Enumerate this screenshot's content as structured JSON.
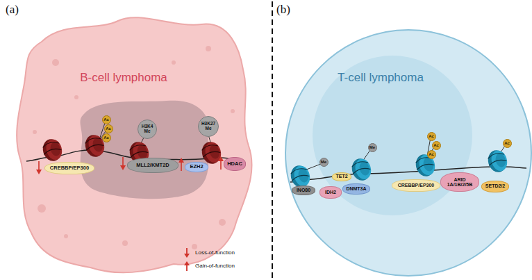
{
  "diagram": {
    "nodes": [
      {
        "text": [
          "B-cell lymphoma"
        ]
      },
      {
        "text": [
          "CREBBP/EP300"
        ],
        "in": 0
      },
      {
        "text": [
          "Ac"
        ],
        "in": 0
      },
      {
        "text": [
          "Ac"
        ],
        "in": 0
      },
      {
        "text": [
          "Ac"
        ],
        "in": 0
      },
      {
        "text": [
          "H3K4 Me"
        ],
        "in": 0
      },
      {
        "text": [
          "MLL2/KMT2D"
        ],
        "in": 0
      },
      {
        "text": [
          "H3K27 Me"
        ],
        "in": 0
      },
      {
        "text": [
          "EZH2"
        ],
        "in": 0
      },
      {
        "text": [
          "HDAC"
        ],
        "in": 0
      },
      {
        "text": [
          "T-cell lymphoma"
        ]
      },
      {
        "text": [
          "INO80"
        ],
        "in": 10
      },
      {
        "text": [
          "IDH2"
        ],
        "in": 10
      },
      {
        "text": [
          "TET2"
        ],
        "in": 10
      },
      {
        "text": [
          "Me"
        ],
        "in": 10
      },
      {
        "text": [
          "DNMT3A"
        ],
        "in": 10
      },
      {
        "text": [
          "Me"
        ],
        "in": 10
      },
      {
        "text": [
          "Ac"
        ],
        "in": 10
      },
      {
        "text": [
          "Ac"
        ],
        "in": 10
      },
      {
        "text": [
          "Ac"
        ],
        "in": 10
      },
      {
        "text": [
          "CREBBP/EP300"
        ],
        "in": 10
      },
      {
        "text": [
          "ARID 1A/1B/2/5B"
        ],
        "in": 10
      },
      {
        "text": [
          "SETD2/2"
        ],
        "in": 10
      },
      {
        "text": [
          "Ac"
        ],
        "in": 10
      }
    ],
    "labels": [
      "(a)",
      "(b)"
    ],
    "legend": [
      {
        "text": "Loss-of-function"
      },
      {
        "text": "Gain-of-function"
      }
    ]
  }
}
